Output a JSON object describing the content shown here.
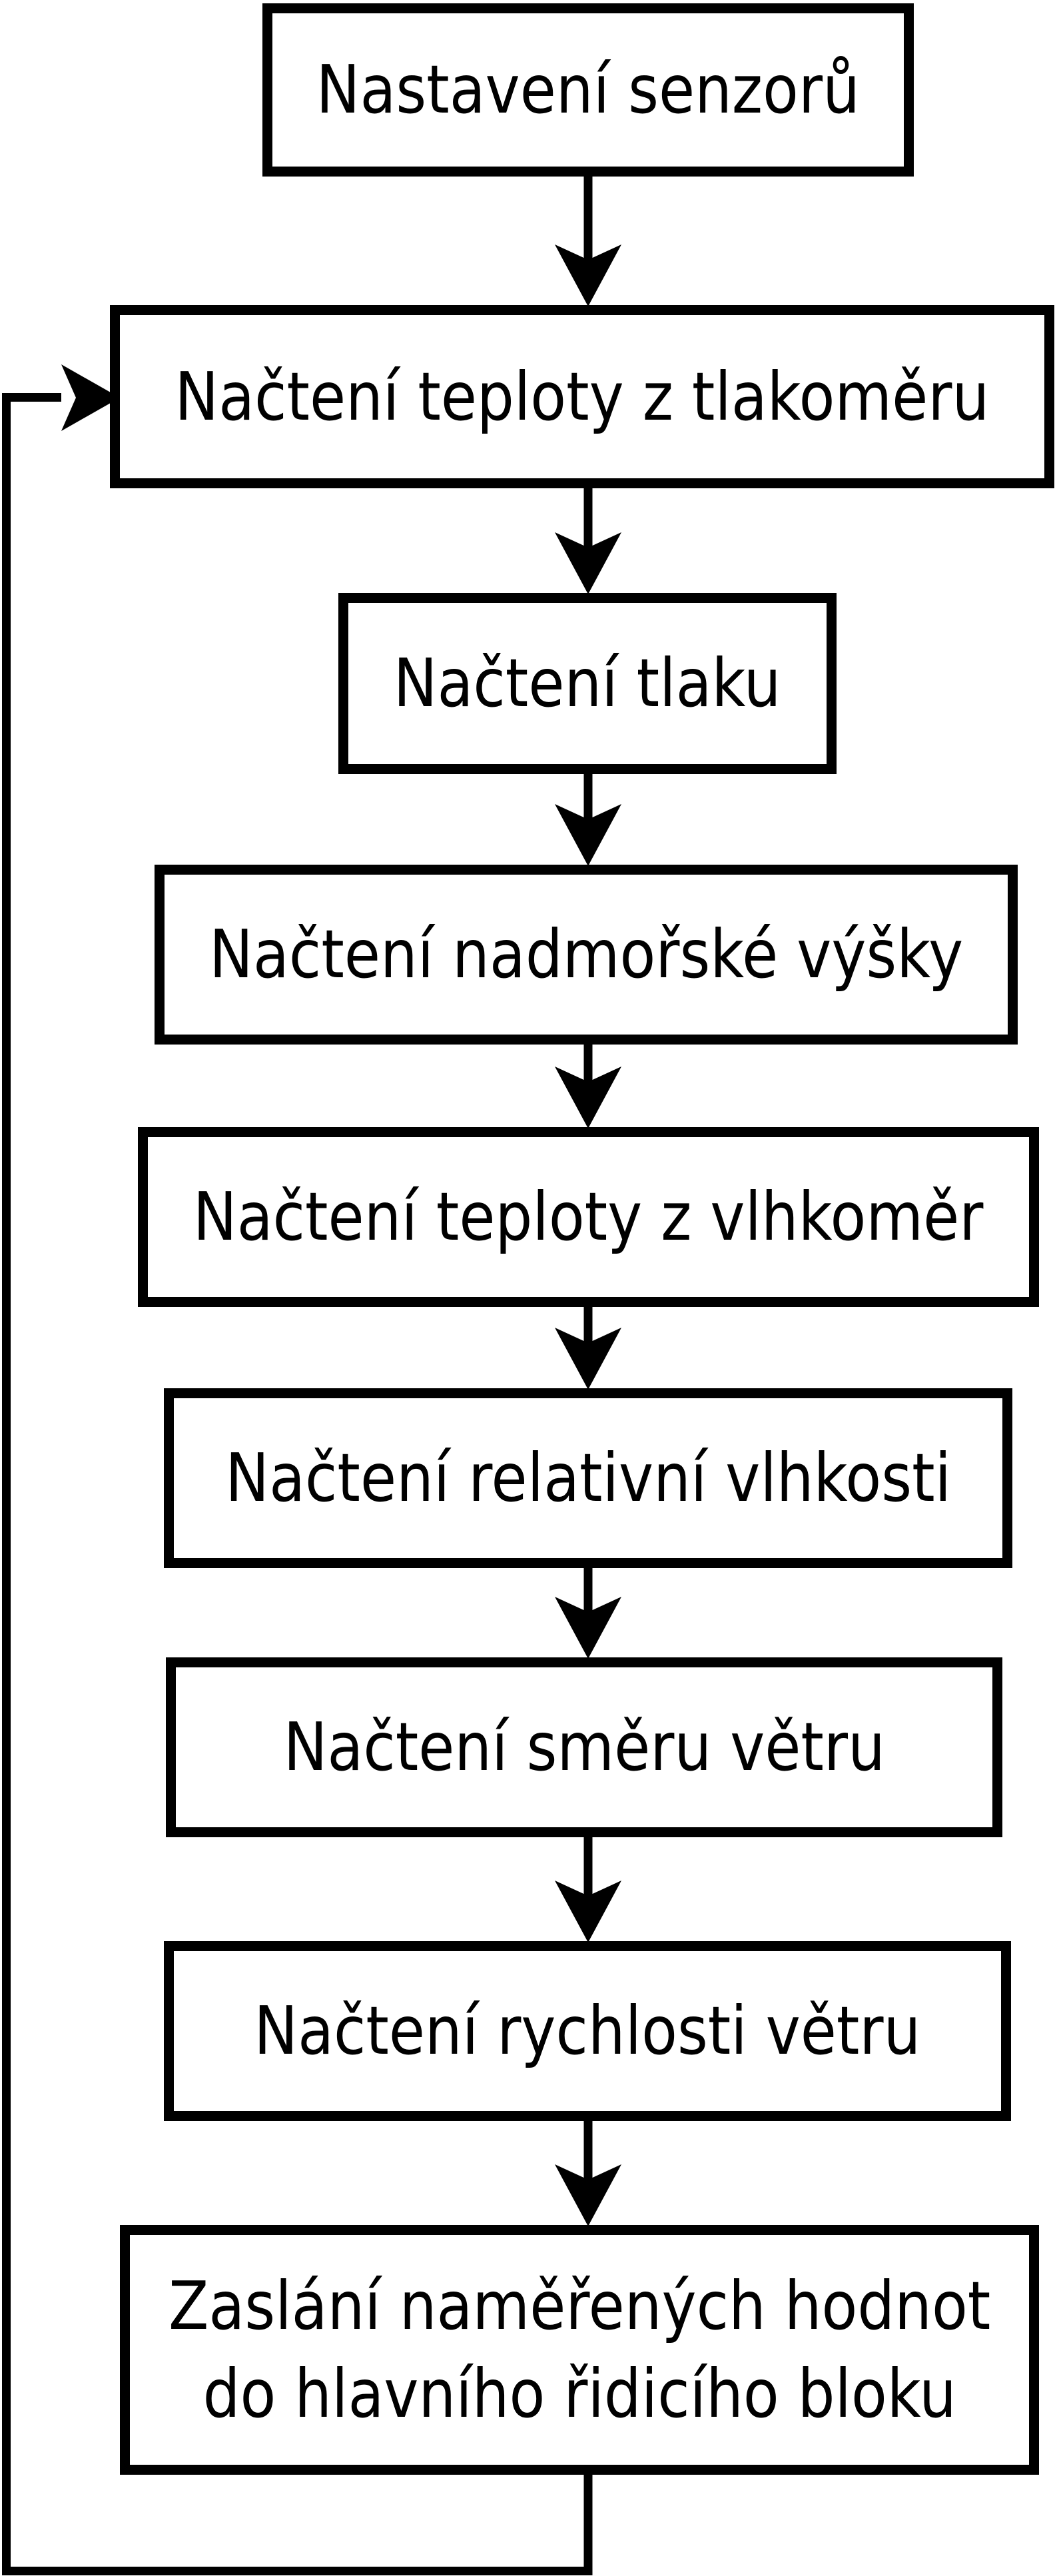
{
  "diagram": {
    "type": "flowchart",
    "background_color": "#ffffff",
    "line_color": "#000000",
    "box_fill_color": "#ffffff",
    "text_color": "#000000",
    "nodes": [
      {
        "id": "sensor-setup",
        "label": "Nastavení senzorů"
      },
      {
        "id": "read-temp-barometer",
        "label": "Načtení teploty z tlakoměru"
      },
      {
        "id": "read-pressure",
        "label": "Načtení tlaku"
      },
      {
        "id": "read-altitude",
        "label": "Načtení nadmořské výšky"
      },
      {
        "id": "read-temp-hygrometer",
        "label": "Načtení teploty z vlhkoměr"
      },
      {
        "id": "read-rel-humidity",
        "label": "Načtení relativní vlhkosti"
      },
      {
        "id": "read-wind-direction",
        "label": "Načtení směru větru"
      },
      {
        "id": "read-wind-speed",
        "label": "Načtení rychlosti větru"
      },
      {
        "id": "send-values",
        "label": "Zaslání naměřených hodnot do hlavního řidicího bloku",
        "lines": [
          "Zaslání naměřených hodnot",
          "do hlavního řidicího bloku"
        ]
      }
    ],
    "edges": [
      {
        "from": "sensor-setup",
        "to": "read-temp-barometer",
        "type": "arrow-down"
      },
      {
        "from": "read-temp-barometer",
        "to": "read-pressure",
        "type": "arrow-down"
      },
      {
        "from": "read-pressure",
        "to": "read-altitude",
        "type": "arrow-down"
      },
      {
        "from": "read-altitude",
        "to": "read-temp-hygrometer",
        "type": "arrow-down"
      },
      {
        "from": "read-temp-hygrometer",
        "to": "read-rel-humidity",
        "type": "arrow-down"
      },
      {
        "from": "read-rel-humidity",
        "to": "read-wind-direction",
        "type": "arrow-down"
      },
      {
        "from": "read-wind-direction",
        "to": "read-wind-speed",
        "type": "arrow-down"
      },
      {
        "from": "read-wind-speed",
        "to": "send-values",
        "type": "arrow-down"
      },
      {
        "from": "send-values",
        "to": "read-temp-barometer",
        "type": "loop-back-left"
      }
    ]
  }
}
